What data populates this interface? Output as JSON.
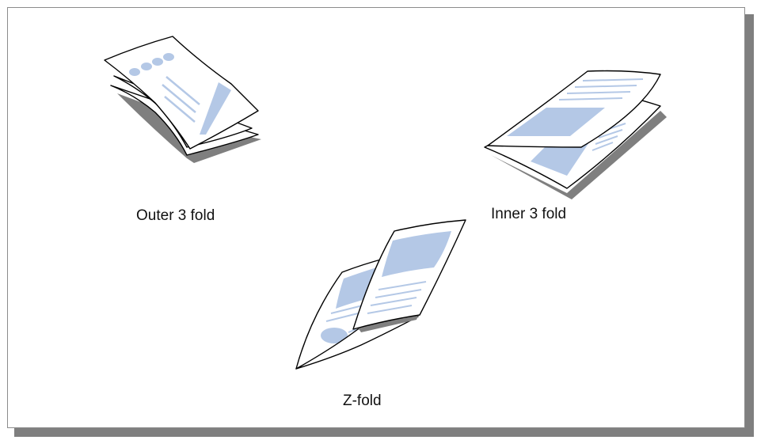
{
  "diagram": {
    "colors": {
      "accent": "#b4c8e6",
      "shadow": "#7f7f7f",
      "outline": "#000000",
      "panel_border": "#8c8c8c"
    },
    "items": [
      {
        "label": "Outer 3 fold"
      },
      {
        "label": "Inner 3 fold"
      },
      {
        "label": "Z-fold"
      }
    ]
  }
}
